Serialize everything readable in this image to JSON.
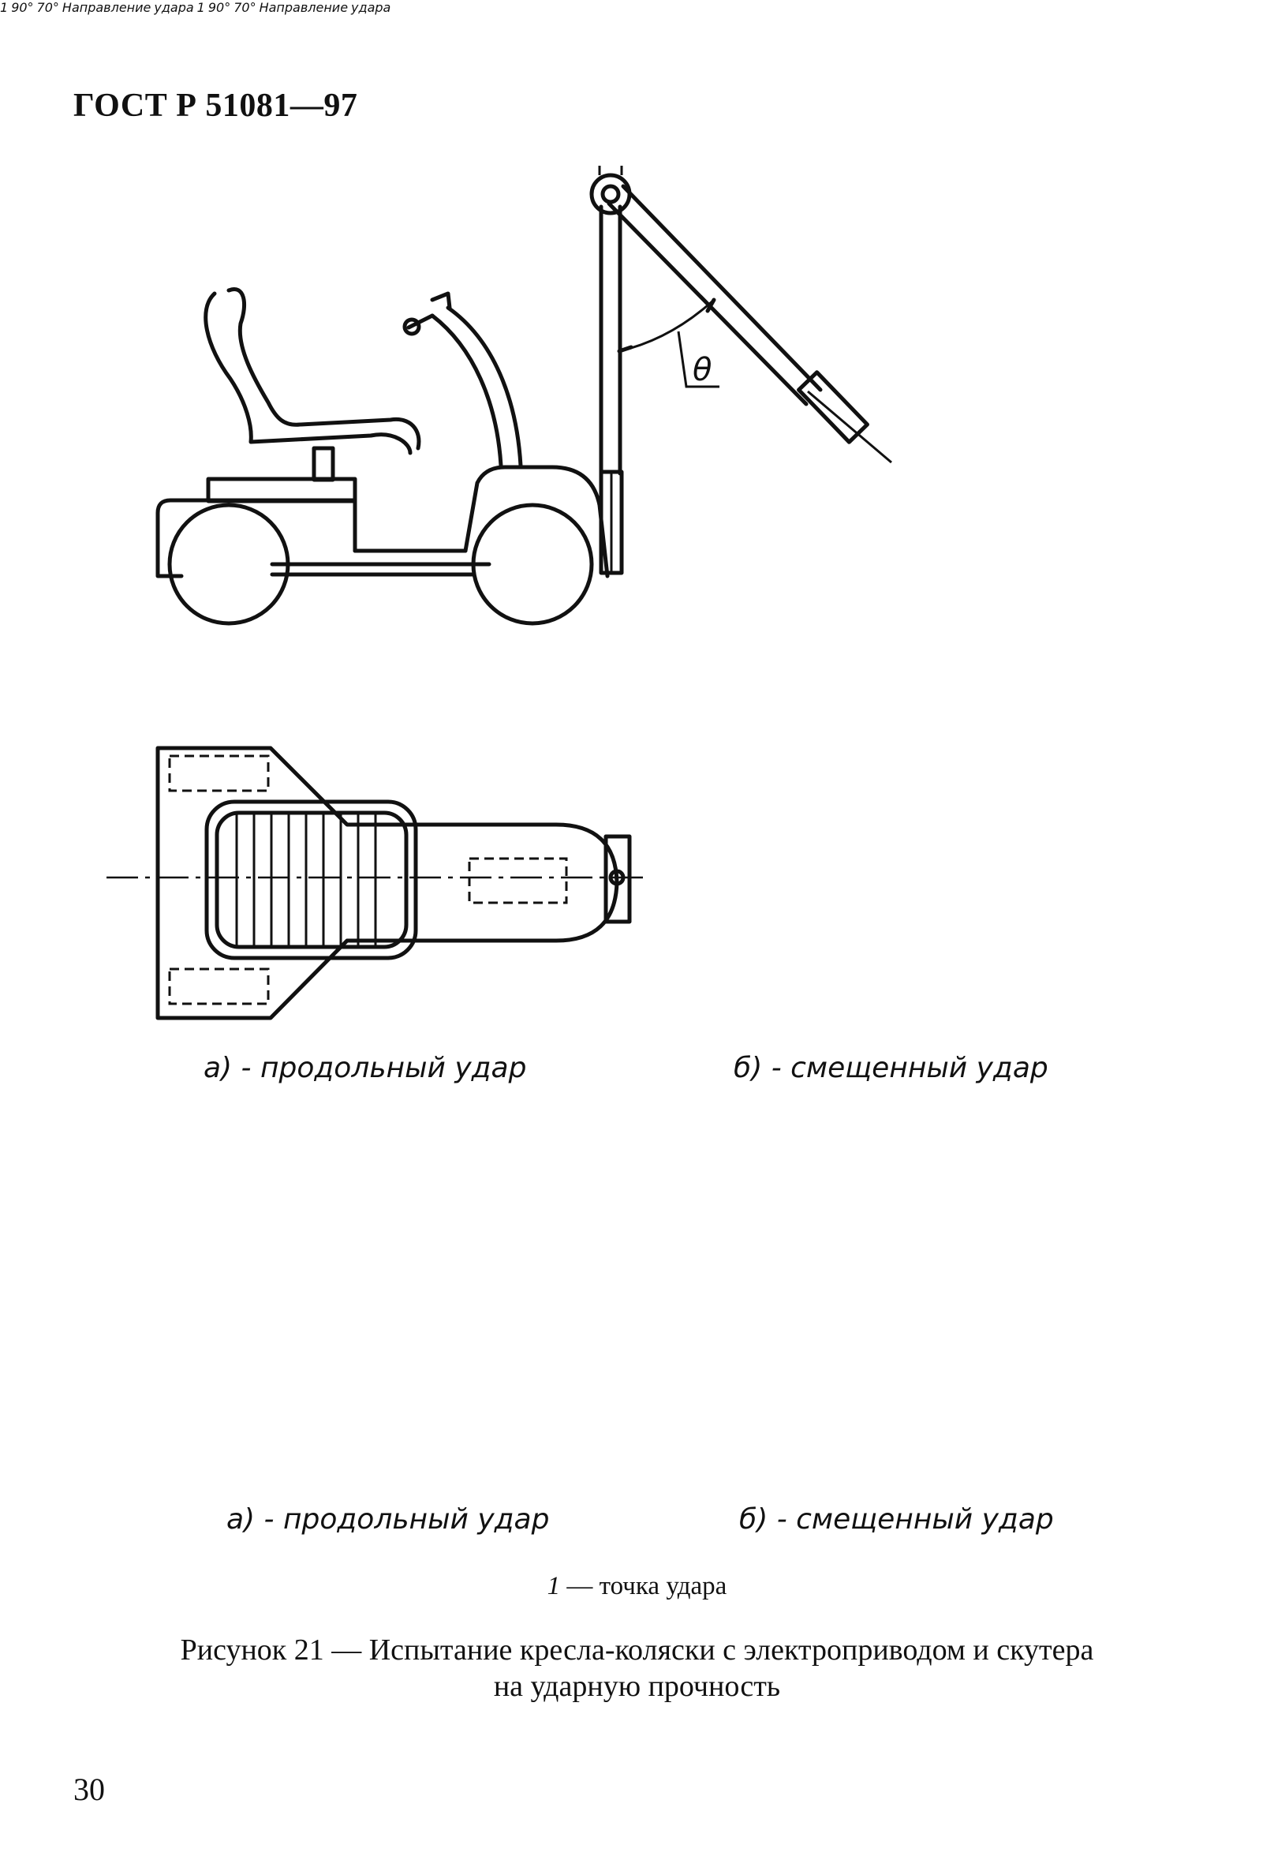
{
  "header": {
    "doc_code": "ГОСТ Р 51081—97"
  },
  "figure": {
    "angle_symbol": "θ",
    "impact_point_number": "1",
    "angle_90": "90°",
    "angle_70": "70°",
    "direction_word1": "Направление",
    "direction_word2": "удара",
    "row1": {
      "caption_a": "а) - продольный удар",
      "caption_b": "б) - смещенный удар"
    },
    "row2": {
      "caption_a": "а) - продольный удар",
      "caption_b": "б) - смещенный удар"
    }
  },
  "legend": {
    "number": "1",
    "text": " — точка удара"
  },
  "caption": {
    "line1": "Рисунок 21 — Испытание кресла-коляски с электроприводом и скутера",
    "line2": "на ударную прочность"
  },
  "page_number": "30"
}
